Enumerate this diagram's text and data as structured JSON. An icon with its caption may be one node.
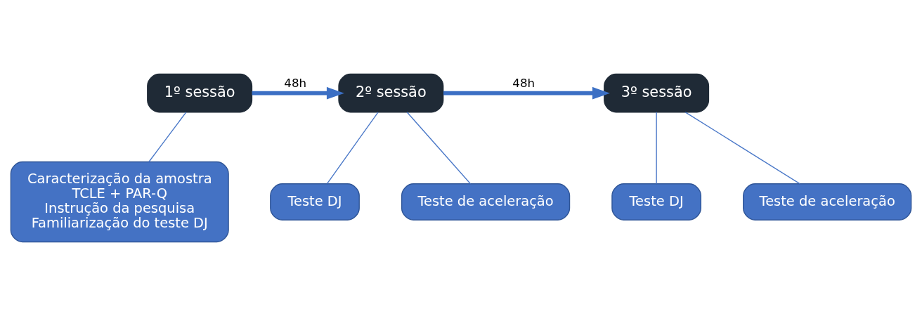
{
  "diagram": {
    "nodes": [
      {
        "text": [
          "1º sessão"
        ]
      },
      {
        "text": [
          "2º sessão"
        ]
      },
      {
        "text": [
          "3º sessão"
        ]
      },
      {
        "text": [
          "Caracterização da amostra",
          "TCLE + PAR-Q",
          "Instrução da pesquisa",
          "Familiarização do teste DJ"
        ]
      },
      {
        "text": [
          "Teste DJ"
        ]
      },
      {
        "text": [
          "Teste de aceleração"
        ]
      },
      {
        "text": [
          "Teste DJ"
        ]
      },
      {
        "text": [
          "Teste de aceleração"
        ]
      }
    ],
    "edges": [
      {
        "from": 0,
        "to": 1,
        "arrow": "to",
        "label": "48h",
        "style": "thick"
      },
      {
        "from": 1,
        "to": 2,
        "arrow": "to",
        "label": "48h",
        "style": "thick"
      },
      {
        "from": 0,
        "to": 3,
        "arrow": "none"
      },
      {
        "from": 1,
        "to": 4,
        "arrow": "none"
      },
      {
        "from": 1,
        "to": 5,
        "arrow": "none"
      },
      {
        "from": 2,
        "to": 6,
        "arrow": "none"
      },
      {
        "from": 2,
        "to": 7,
        "arrow": "none"
      }
    ]
  }
}
